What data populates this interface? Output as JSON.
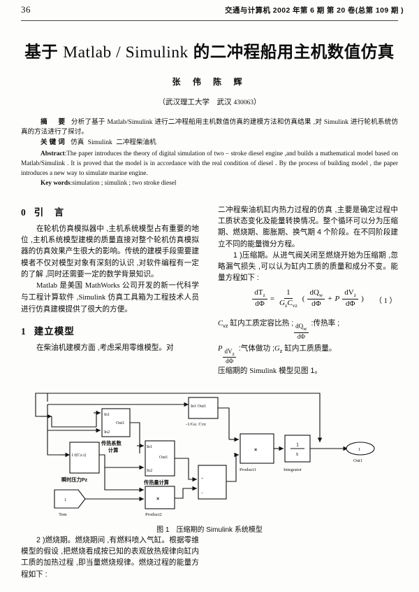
{
  "runhead": {
    "folio": "36",
    "journal": "交通与计算机   2002 年第 6 期   第 20 卷(总第 109 期 )"
  },
  "title": {
    "part1": "基于 ",
    "latin": "Matlab / Simulink",
    "part2": " 的二冲程船用主机数值仿真",
    "authors": "张 伟 陈 辉",
    "affiliation_pre": "（武汉理工大学　武汉 ",
    "affiliation_num": "430063",
    "affiliation_post": "）"
  },
  "abstract_cn": {
    "label": "摘　要",
    "text_a": "分析了基于 ",
    "text_lat": "Matlab/Simulink",
    "text_b": " 进行二冲程船用主机数值仿真的建模方法和仿真结果 ,对 ",
    "text_lat2": "Simulink",
    "text_c": " 进行轮机系统仿真的方法进行了探讨。",
    "kw_label": "关键词",
    "kw_1": "仿真",
    "kw_2": "Simulink",
    "kw_3": "二冲程柴油机"
  },
  "abstract_en": {
    "label": "Abstract",
    "text": ":The paper introduces the theory of digital simulation of two – stroke diesel engine ,and builds a mathematical model based on Matlab/Simulink . It is proved that the model is in accordance with the real condition of diesel . By the process of building model , the paper introduces a new way to simulate marine engine.",
    "kw_label": "Key words",
    "kw_text": ":simulation ; simulink  ; two stroke diesel"
  },
  "sections": [
    {
      "num": "0",
      "heading": "引　言"
    },
    {
      "num": "1",
      "heading": "建立模型"
    }
  ],
  "col_left": {
    "p1": "在轮机仿真模拟器中 ,主机系统模型占有重要的地位 ,主机系统模型建模的质量直接对整个轮机仿真模拟器的仿真效果产生很大的影响。传统的建模手段需要建模者不仅对模型对象有深刻的认识 ,对软件编程有一定的了解 ,同时还需要一定的数学背景知识。",
    "p2_a": "Matlab",
    "p2_b": " 是美国 ",
    "p2_c": "MathWorks",
    "p2_d": " 公司开发的新一代科学与工程计算软件 ,",
    "p2_e": "Simulink",
    "p2_f": " 仿真工具箱为工程技术人员进行仿真建模提供了很大的方便。",
    "p3": "在柴油机建模方面 ,考虑采用零维模型。对"
  },
  "col_right": {
    "p1": "二冲程柴油机缸内热力过程的仿真 ,主要是确定过程中工质状态变化及能量转换情况。整个循环可以分为压缩期、燃烧期、膨胀期、换气期 4 个阶段。在不同阶段建立不同的能量微分方程。",
    "p2": "1 )压缩期。从进气阀关闭至燃烧开始为压缩期 ,忽略漏气损失 ,可以认为缸内工质的质量和成分不变。能量方程如下 :",
    "equation": {
      "lhs_num": "dT",
      "lhs_num_sub": "z",
      "lhs_den": "dΦ",
      "eq": "=",
      "f1_num": "1",
      "f1_den": "G",
      "f1_den_sub1": "z",
      "f1_den_b": "C",
      "f1_den_sub2": "vz",
      "open": "(",
      "f2_num": "dQ",
      "f2_num_sub": "w",
      "f2_den": "dΦ",
      "plus": "+",
      "p_sym": "P",
      "f3_num": "dV",
      "f3_num_sub": "z",
      "f3_den": "dΦ",
      "close": ")",
      "number": "（ 1 ）"
    },
    "def1_sym": "C",
    "def1_sub": "vz",
    "def1_txt": " 缸内工质定容比热 ;",
    "def1b_num": "dQ",
    "def1b_num_sub": "w",
    "def1b_den": "dΦ",
    "def1c_txt": " :传热率 ;",
    "def2_sym": "P",
    "def2_num": "dV",
    "def2_num_sub": "z",
    "def2_den": "dΦ",
    "def2_txt": " :气体做功 ;",
    "def2_sym2": "G",
    "def2_sym2_sub": "z",
    "def2_txt2": " 缸内工质质量。",
    "def3_a": "压缩期的 ",
    "def3_lat": "Simulink",
    "def3_b": " 模型见图 1。"
  },
  "figure": {
    "caption_a": "图 1",
    "caption_lat": "　压缩期的 Simulink 系统模型",
    "blocks": [
      {
        "name": "gain",
        "label": "In1  Out1",
        "sublabel": "-1/Gz. Cvz"
      },
      {
        "name": "heat-coef-subsystem",
        "in1": "In1",
        "in2": "In2",
        "out": "Out1",
        "sublabel": "传热系数\n计算"
      },
      {
        "name": "heat-flow-subsystem",
        "in1": "In1",
        "in2": "In2",
        "out": "Out1",
        "sublabel": "传热量计算"
      },
      {
        "name": "pressure-block",
        "label": "1:f(Cz.t)",
        "sublabel": "瞬时压力Pz"
      },
      {
        "name": "product1",
        "label": "×",
        "sublabel": "Product1"
      },
      {
        "name": "product2",
        "label": "×",
        "sublabel": "Product2"
      },
      {
        "name": "sum-block",
        "label": "+  -",
        "sublabel": ""
      },
      {
        "name": "integrator",
        "label": "1/s",
        "sublabel": "Integrator"
      },
      {
        "name": "output-port",
        "label": "1",
        "sublabel": "Out1"
      },
      {
        "name": "input-port",
        "label": "1",
        "sublabel": "Tem"
      }
    ]
  },
  "tail": {
    "p": "2 )燃烧期。燃烧期间 ,有燃料喷入气缸。根据零维模型的假设 ,把燃烧看成按已知的表观放热规律向缸内工质的加热过程 ,即当量燃烧规律。燃烧过程的能量方程如下 :"
  },
  "colors": {
    "ink": "#0d0d0d",
    "rule": "#444444",
    "paper": "#fdfdfc"
  }
}
